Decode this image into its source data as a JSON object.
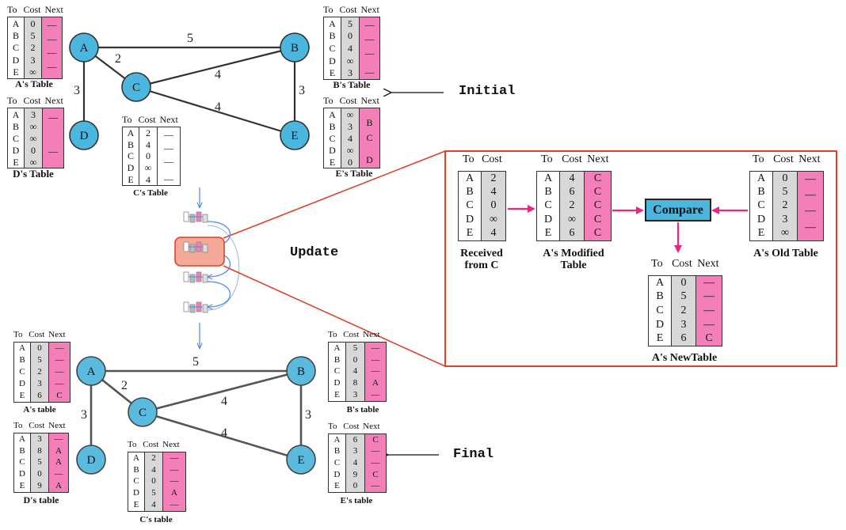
{
  "initial_label": "Initial",
  "update_label": "Update",
  "final_label": "Final",
  "compare_label": "Compare",
  "nodes": [
    "A",
    "B",
    "C",
    "D",
    "E"
  ],
  "edges": [
    {
      "from": "A",
      "to": "B",
      "cost": "5"
    },
    {
      "from": "A",
      "to": "C",
      "cost": "2"
    },
    {
      "from": "A",
      "to": "D",
      "cost": "3"
    },
    {
      "from": "C",
      "to": "B",
      "cost": "4"
    },
    {
      "from": "C",
      "to": "E",
      "cost": "4"
    },
    {
      "from": "B",
      "to": "E",
      "cost": "3"
    }
  ],
  "initial_tables": {
    "A": {
      "headers": [
        "To",
        "Cost",
        "Next"
      ],
      "to": [
        "A",
        "B",
        "C",
        "D",
        "E"
      ],
      "cost": [
        "0",
        "5",
        "2",
        "3",
        "∞"
      ],
      "next": [
        "—",
        "—",
        "—",
        "—",
        ""
      ],
      "caption": "A's Table"
    },
    "B": {
      "headers": [
        "To",
        "Cost",
        "Next"
      ],
      "to": [
        "A",
        "B",
        "C",
        "D",
        "E"
      ],
      "cost": [
        "5",
        "0",
        "4",
        "∞",
        "3"
      ],
      "next": [
        "—",
        "—",
        "—",
        "",
        "—"
      ],
      "caption": "B's Table"
    },
    "C": {
      "headers": [
        "To",
        "Cost",
        "Next"
      ],
      "to": [
        "A",
        "B",
        "C",
        "D",
        "E"
      ],
      "cost": [
        "2",
        "4",
        "0",
        "∞",
        "4"
      ],
      "next": [
        "—",
        "—",
        "—",
        "",
        "—"
      ],
      "caption": "C's Table"
    },
    "D": {
      "headers": [
        "To",
        "Cost",
        "Next"
      ],
      "to": [
        "A",
        "B",
        "C",
        "D",
        "E"
      ],
      "cost": [
        "3",
        "∞",
        "∞",
        "0",
        "∞"
      ],
      "next": [
        "—",
        "",
        "",
        "—",
        ""
      ],
      "caption": "D's Table"
    },
    "E": {
      "headers": [
        "To",
        "Cost",
        "Next"
      ],
      "to": [
        "A",
        "B",
        "C",
        "D",
        "E"
      ],
      "cost": [
        "∞",
        "3",
        "4",
        "∞",
        "0"
      ],
      "next": [
        "",
        "B",
        "C",
        "",
        "D"
      ],
      "caption": "E's Table"
    }
  },
  "final_tables": {
    "A": {
      "headers": [
        "To",
        "Cost",
        "Next"
      ],
      "to": [
        "A",
        "B",
        "C",
        "D",
        "E"
      ],
      "cost": [
        "0",
        "5",
        "2",
        "3",
        "6"
      ],
      "next": [
        "—",
        "—",
        "—",
        "—",
        "C"
      ],
      "caption": "A's table"
    },
    "B": {
      "headers": [
        "To",
        "Cost",
        "Next"
      ],
      "to": [
        "A",
        "B",
        "C",
        "D",
        "E"
      ],
      "cost": [
        "5",
        "0",
        "4",
        "8",
        "3"
      ],
      "next": [
        "—",
        "—",
        "—",
        "A",
        "—"
      ],
      "caption": "B's table"
    },
    "C": {
      "headers": [
        "To",
        "Cost",
        "Next"
      ],
      "to": [
        "A",
        "B",
        "C",
        "D",
        "E"
      ],
      "cost": [
        "2",
        "4",
        "0",
        "5",
        "4"
      ],
      "next": [
        "—",
        "—",
        "—",
        "A",
        "—"
      ],
      "caption": "C's table"
    },
    "D": {
      "headers": [
        "To",
        "Cost",
        "Next"
      ],
      "to": [
        "A",
        "B",
        "C",
        "D",
        "E"
      ],
      "cost": [
        "3",
        "8",
        "5",
        "0",
        "9"
      ],
      "next": [
        "—",
        "A",
        "A",
        "—",
        "A"
      ],
      "caption": "D's table"
    },
    "E": {
      "headers": [
        "To",
        "Cost",
        "Next"
      ],
      "to": [
        "A",
        "B",
        "C",
        "D",
        "E"
      ],
      "cost": [
        "6",
        "3",
        "4",
        "9",
        "0"
      ],
      "next": [
        "C",
        "—",
        "—",
        "C",
        "—"
      ],
      "caption": "E's table"
    }
  },
  "detail_tables": {
    "received": {
      "headers": [
        "To",
        "Cost"
      ],
      "to": [
        "A",
        "B",
        "C",
        "D",
        "E"
      ],
      "cost": [
        "2",
        "4",
        "0",
        "∞",
        "4"
      ],
      "caption_line1": "Received",
      "caption_line2": "from C"
    },
    "modified": {
      "headers": [
        "To",
        "Cost",
        "Next"
      ],
      "to": [
        "A",
        "B",
        "C",
        "D",
        "E"
      ],
      "cost": [
        "4",
        "6",
        "2",
        "∞",
        "6"
      ],
      "next": [
        "C",
        "C",
        "C",
        "C",
        "C"
      ],
      "caption_line1": "A's Modified",
      "caption_line2": "Table"
    },
    "old": {
      "headers": [
        "To",
        "Cost",
        "Next"
      ],
      "to": [
        "A",
        "B",
        "C",
        "D",
        "E"
      ],
      "cost": [
        "0",
        "5",
        "2",
        "3",
        "∞"
      ],
      "next": [
        "—",
        "—",
        "—",
        "—",
        ""
      ],
      "caption": "A's Old Table"
    },
    "new": {
      "headers": [
        "To",
        "Cost",
        "Next"
      ],
      "to": [
        "A",
        "B",
        "C",
        "D",
        "E"
      ],
      "cost": [
        "0",
        "5",
        "2",
        "3",
        "6"
      ],
      "next": [
        "—",
        "—",
        "—",
        "—",
        "C"
      ],
      "caption": "A's NewTable"
    }
  },
  "colors": {
    "node": "#4bb6de",
    "next_column": "#f47fb8",
    "cost_column": "#d8d8d8",
    "zoom_border": "#d9442a",
    "pink_arrow": "#e8287f",
    "flow_arrow": "#4a86e8"
  }
}
